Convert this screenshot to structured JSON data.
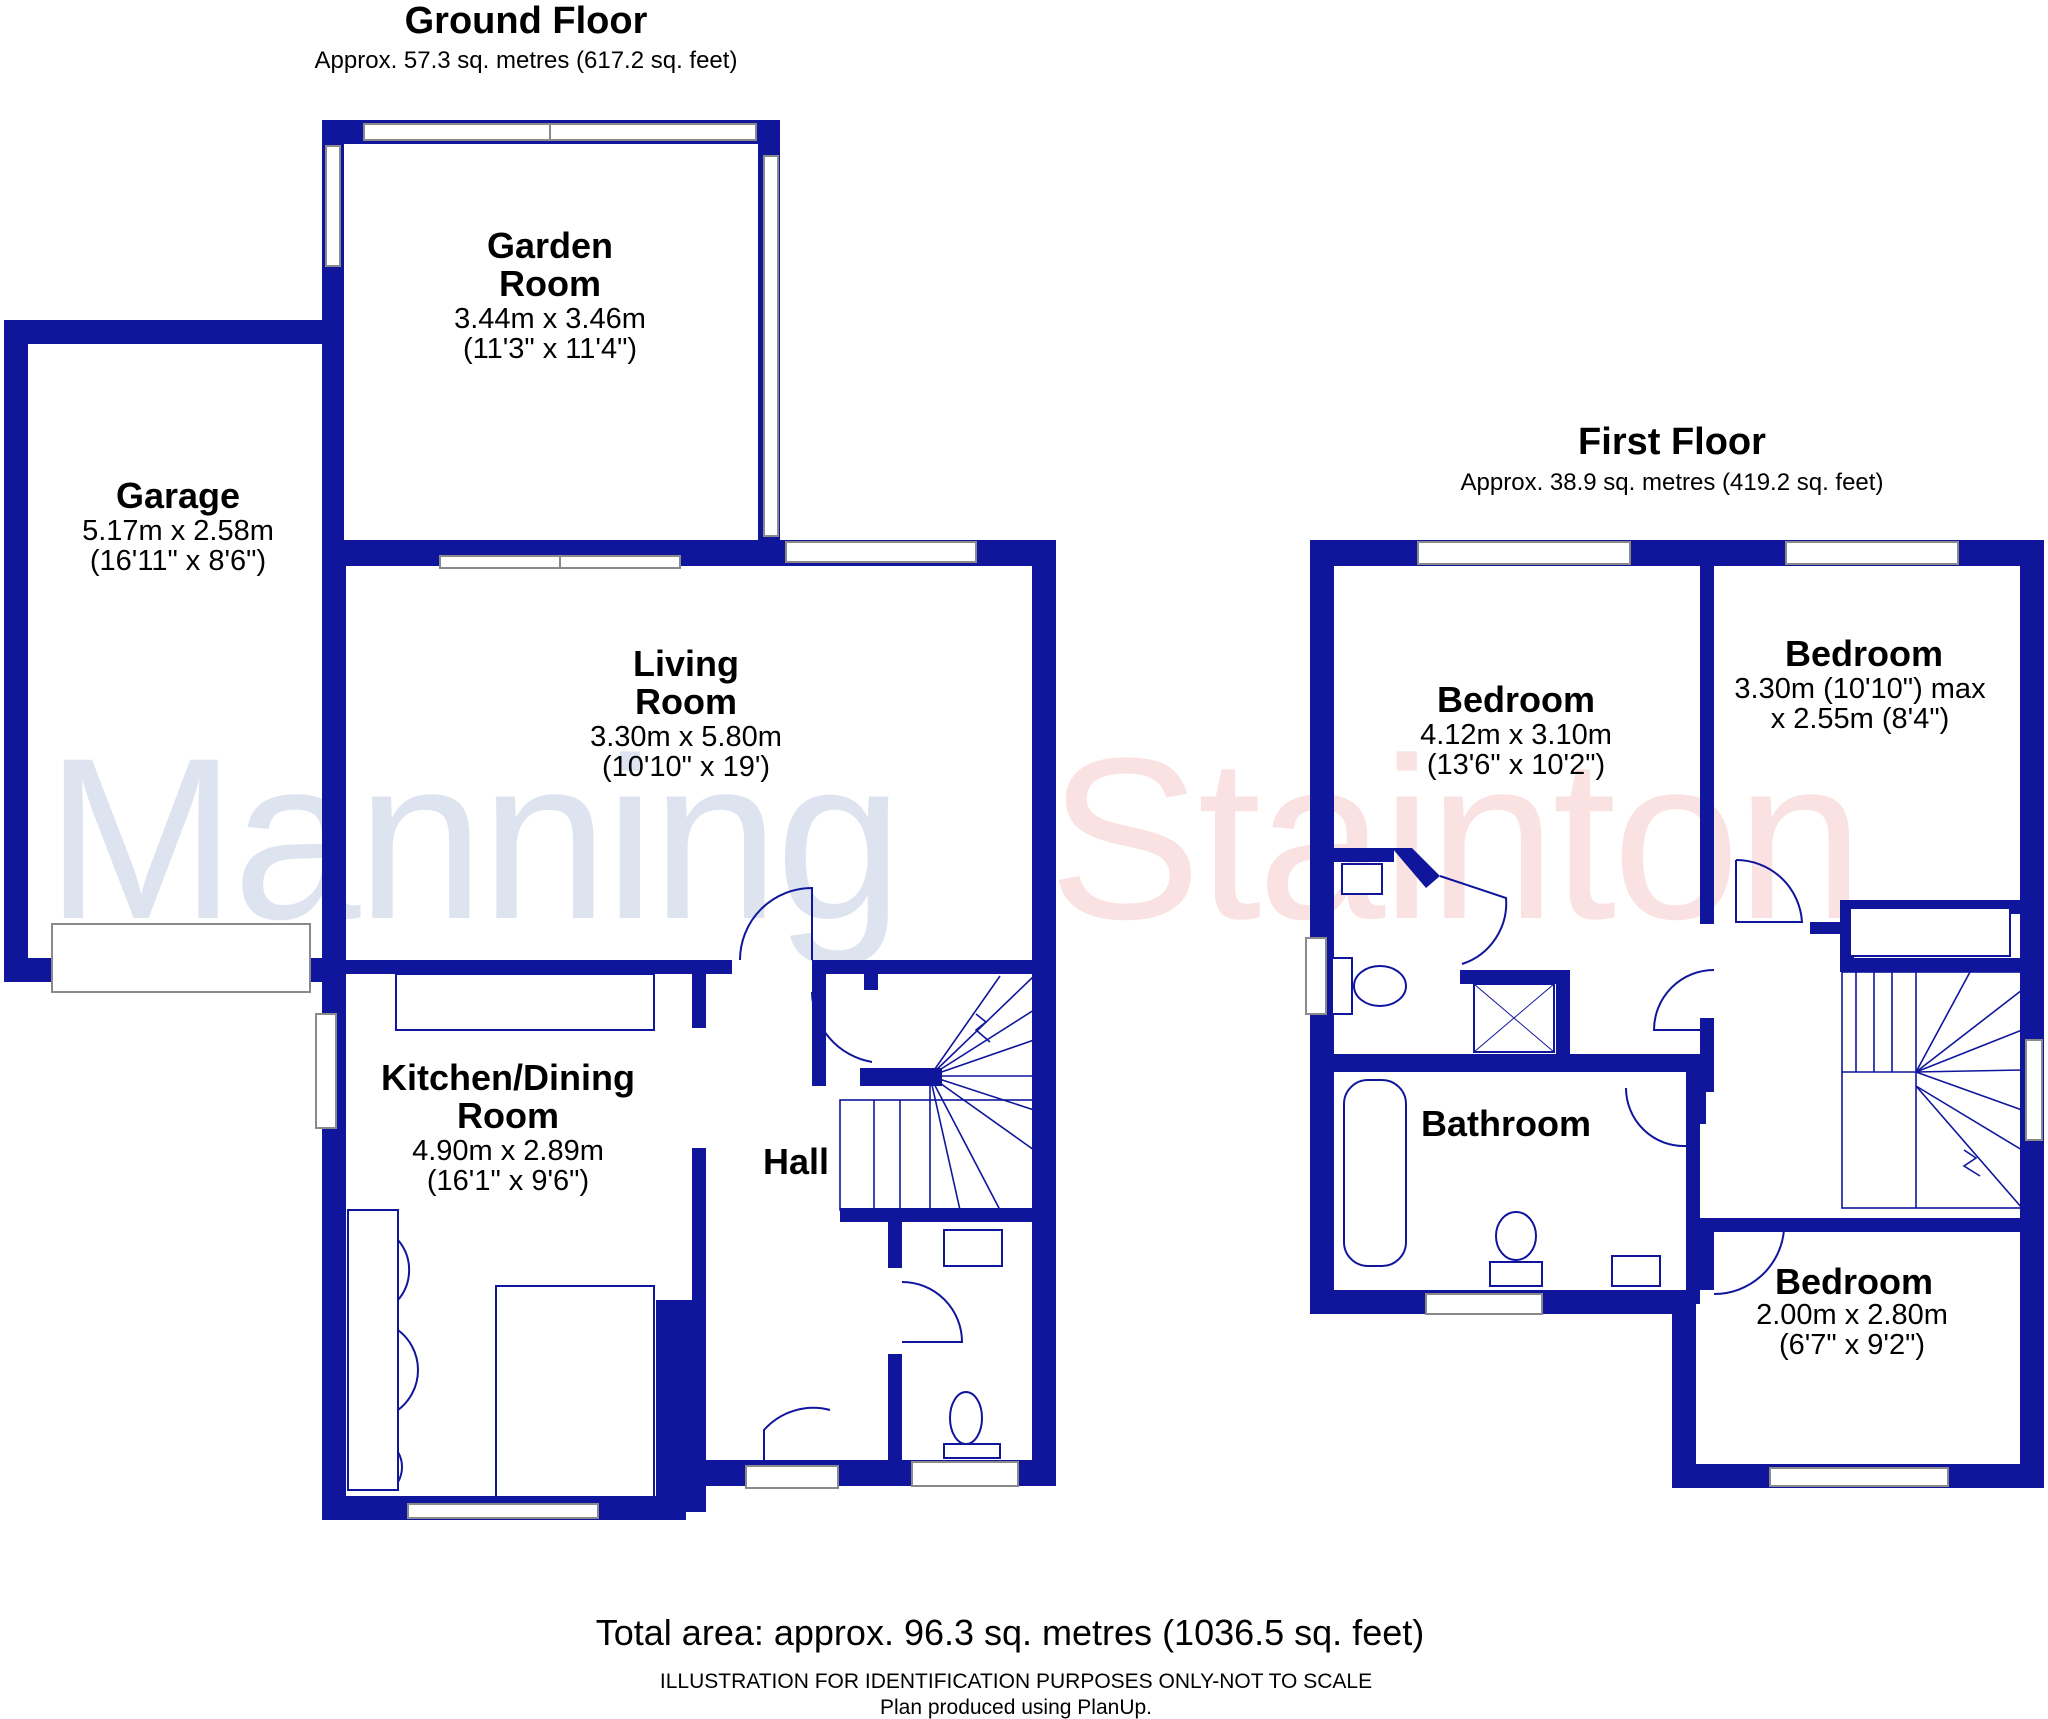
{
  "ground_floor": {
    "title": "Ground Floor",
    "area": "Approx. 57.3 sq. metres (617.2 sq. feet)",
    "rooms": {
      "garden_room": {
        "name1": "Garden",
        "name2": "Room",
        "dim_m": "3.44m x 3.46m",
        "dim_ft": "(11'3\" x 11'4\")"
      },
      "garage": {
        "name1": "Garage",
        "dim_m": "5.17m x 2.58m",
        "dim_ft": "(16'11\" x 8'6\")"
      },
      "living_room": {
        "name1": "Living",
        "name2": "Room",
        "dim_m": "3.30m x 5.80m",
        "dim_ft": "(10'10\" x 19')"
      },
      "kitchen": {
        "name1": "Kitchen/Dining",
        "name2": "Room",
        "dim_m": "4.90m x 2.89m",
        "dim_ft": "(16'1\" x 9'6\")"
      },
      "hall": {
        "name1": "Hall"
      }
    }
  },
  "first_floor": {
    "title": "First Floor",
    "area": "Approx. 38.9 sq. metres (419.2 sq. feet)",
    "rooms": {
      "bedroom_1": {
        "name1": "Bedroom",
        "dim_m": "4.12m x 3.10m",
        "dim_ft": "(13'6\" x 10'2\")"
      },
      "bedroom_2": {
        "name1": "Bedroom",
        "dim_m": "3.30m (10'10\") max",
        "dim_ft": "x 2.55m (8'4\")"
      },
      "bathroom": {
        "name1": "Bathroom"
      },
      "bedroom_3": {
        "name1": "Bedroom",
        "dim_m": "2.00m x 2.80m",
        "dim_ft": "(6'7\" x 9'2\")"
      }
    }
  },
  "watermark": {
    "part1": "Manning",
    "part2": "Stainton"
  },
  "colors": {
    "wall": "#10169c",
    "watermark_blue": "#dde3ef",
    "watermark_red": "#fbe2e2"
  },
  "footer": {
    "total": "Total area: approx. 96.3 sq. metres (1036.5 sq. feet)",
    "disclaimer": "ILLUSTRATION FOR IDENTIFICATION PURPOSES ONLY-NOT TO SCALE",
    "credit": "Plan produced using PlanUp."
  }
}
